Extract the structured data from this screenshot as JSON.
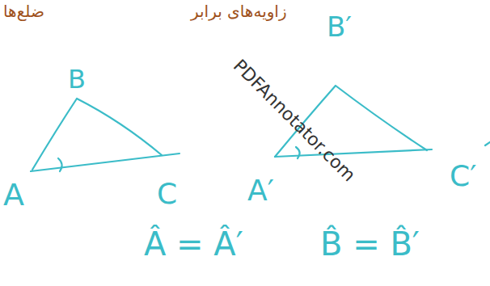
{
  "diagram": {
    "labels": [
      "ضلع‌ها",
      "زاویه‌های برابر",
      "PDFAnnotator.com",
      "B",
      "A",
      "C",
      "B′",
      "A′",
      "C′",
      "Â = Â′",
      "B̂ = B̂′"
    ]
  }
}
